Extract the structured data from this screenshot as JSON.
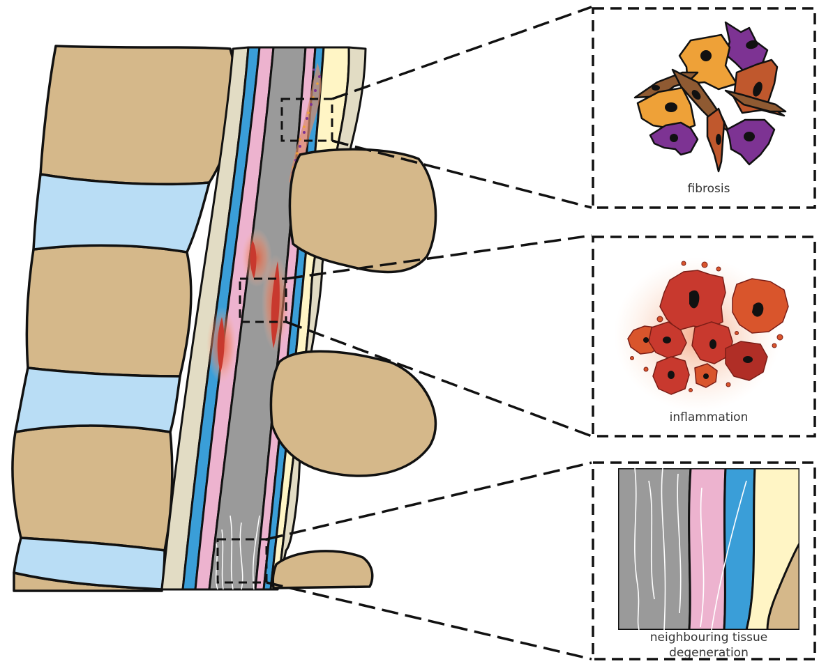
{
  "labels": {
    "fibrosis": "fibrosis",
    "inflammation": "inflammation",
    "degeneration_line1": "neighbouring tissue",
    "degeneration_line2": "degeneration"
  },
  "colors": {
    "bone": "#D5B88A",
    "disc": "#B9DDF5",
    "dura_outer": "#E2DCC4",
    "csf_blue": "#3A9ED8",
    "pia_pink": "#EDB3CF",
    "cord_gray": "#9A9A9A",
    "fat_yellow": "#FFF5C5",
    "inflammation_red": "#C8392E",
    "fibroblast_orange": "#EEA138",
    "fibroblast_purple": "#7D3393",
    "fibroblast_brown": "#8F5A32",
    "fibroblast_rust": "#C0582D"
  }
}
